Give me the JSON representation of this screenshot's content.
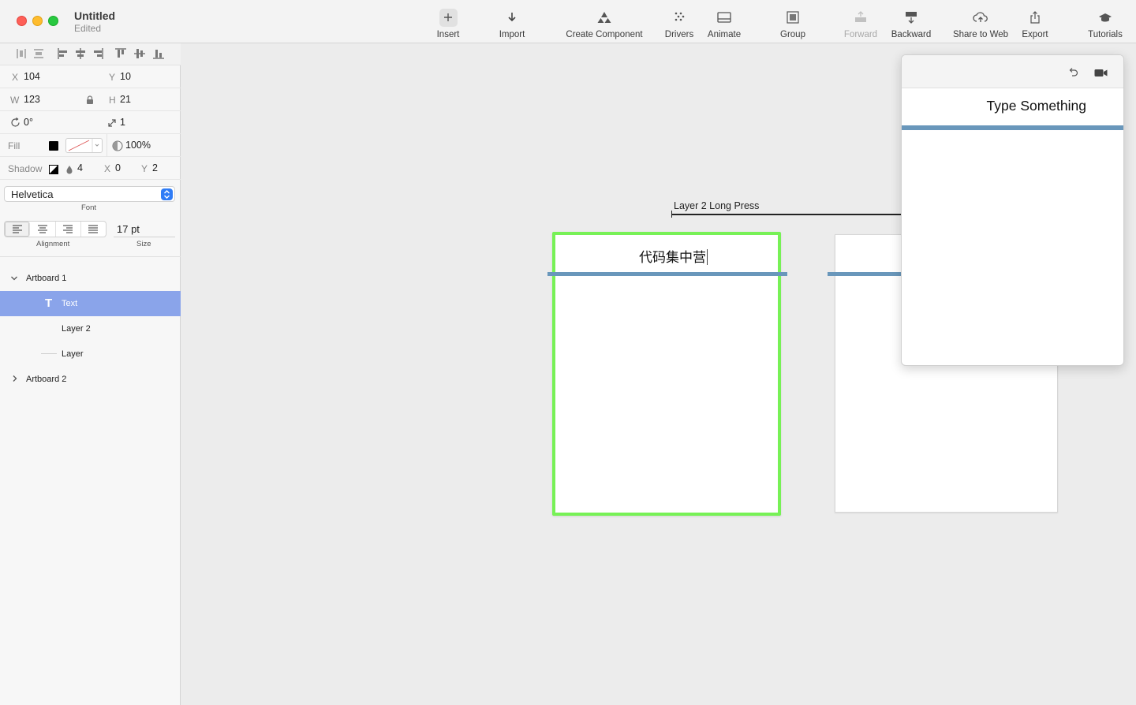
{
  "window": {
    "title": "Untitled",
    "subtitle": "Edited"
  },
  "toolbar": {
    "items": [
      {
        "label": "Insert",
        "icon": "plus-icon",
        "enabled": true
      },
      {
        "label": "Import",
        "icon": "arrow-down-icon",
        "enabled": true
      },
      {
        "label": "Create Component",
        "icon": "component-icon",
        "enabled": true
      },
      {
        "label": "Drivers",
        "icon": "drivers-icon",
        "enabled": true
      },
      {
        "label": "Animate",
        "icon": "animate-icon",
        "enabled": true
      },
      {
        "label": "Group",
        "icon": "group-icon",
        "enabled": true
      },
      {
        "label": "Forward",
        "icon": "forward-icon",
        "enabled": false
      },
      {
        "label": "Backward",
        "icon": "backward-icon",
        "enabled": true
      },
      {
        "label": "Share to Web",
        "icon": "cloud-upload-icon",
        "enabled": true
      },
      {
        "label": "Export",
        "icon": "export-icon",
        "enabled": true
      },
      {
        "label": "Tutorials",
        "icon": "graduation-cap-icon",
        "enabled": true
      }
    ]
  },
  "inspector": {
    "x_label": "X",
    "x_value": "104",
    "y_label": "Y",
    "y_value": "10",
    "w_label": "W",
    "w_value": "123",
    "h_label": "H",
    "h_value": "21",
    "rotation_value": "0°",
    "scale_value": "1",
    "fill_label": "Fill",
    "fill_color": "#000000",
    "opacity_value": "100%",
    "shadow_label": "Shadow",
    "shadow_blur": "4",
    "shadow_x_label": "X",
    "shadow_x": "0",
    "shadow_y_label": "Y",
    "shadow_y": "2",
    "font_name": "Helvetica",
    "font_caption": "Font",
    "alignment_caption": "Alignment",
    "size_value": "17 pt",
    "size_caption": "Size"
  },
  "layers": [
    {
      "name": "Artboard 1",
      "level": 0,
      "expanded": true,
      "selected": false
    },
    {
      "name": "Text",
      "level": 1,
      "selected": true
    },
    {
      "name": "Layer 2",
      "level": 1,
      "selected": false
    },
    {
      "name": "Layer",
      "level": 1,
      "selected": false
    },
    {
      "name": "Artboard 2",
      "level": 0,
      "expanded": false,
      "selected": false
    }
  ],
  "canvas": {
    "artboard1_text": "代码集中营",
    "connection_label": "Layer 2 Long Press",
    "selection_color": "#77f156",
    "bar_color": "#6997bb"
  },
  "preview": {
    "title": "Type Something"
  }
}
